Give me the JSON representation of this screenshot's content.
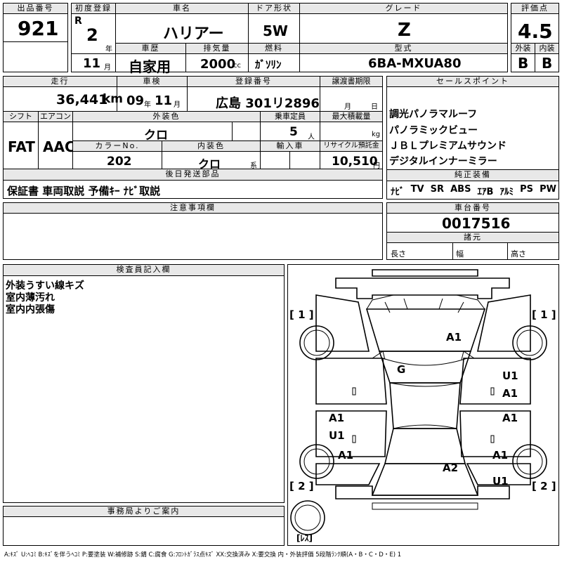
{
  "header": {
    "lot_label": "出品番号",
    "lot_no": "921",
    "first_reg_label": "初度登録",
    "era": "R",
    "year": "2",
    "year_unit": "年",
    "month": "11",
    "month_unit": "月",
    "car_name_label": "車名",
    "car_name": "ハリアー",
    "door_label": "ドア形状",
    "door": "5W",
    "grade_label": "グレード",
    "grade": "Z",
    "score_label": "評価点",
    "score": "4.5",
    "history_label": "車歴",
    "history": "自家用",
    "displacement_label": "排気量",
    "displacement": "2000",
    "displacement_unit": "cc",
    "fuel_label": "燃料",
    "fuel": "ｶﾞｿﾘﾝ",
    "model_label": "型式",
    "model": "6BA-MXUA80",
    "ext_label": "外装",
    "ext": "B",
    "int_label": "内装",
    "int": "B"
  },
  "info": {
    "mileage_label": "走行",
    "mileage": "36,441",
    "mileage_unit": "km",
    "inspection_label": "車検",
    "insp_year": "09",
    "insp_year_unit": "年",
    "insp_month": "11",
    "insp_month_unit": "月",
    "plate_label": "登録番号",
    "plate": "広島 301リ2896",
    "transfer_label": "譲渡書期限",
    "transfer_month": "月",
    "transfer_day": "日",
    "shift_label": "シフト",
    "shift": "FAT",
    "ac_label": "エアコン",
    "ac": "AAC",
    "color_label": "外装色",
    "color": "クロ",
    "capacity_label": "乗車定員",
    "capacity": "5",
    "capacity_unit": "人",
    "load_label": "最大積載量",
    "load_unit": "kg",
    "color_no_label": "カラーNo.",
    "color_no": "202",
    "interior_color_label": "内装色",
    "interior_color": "クロ",
    "interior_color_unit": "系",
    "import_label": "輸入車",
    "recycle_label": "リサイクル預託金",
    "recycle": "10,510",
    "recycle_unit": "円"
  },
  "later_parts": {
    "label": "後日発送部品",
    "value": "保証書 車両取説 予備ｷｰ ﾅﾋﾞ取説"
  },
  "sales_points": {
    "label": "セールスポイント",
    "items": [
      "調光パノラマルーフ",
      "パノラミックビュー",
      "ＪＢＬプレミアムサウンド",
      "デジタルインナーミラー"
    ]
  },
  "equipment": {
    "label": "純正装備",
    "items": [
      "ﾅﾋﾞ",
      "TV",
      "SR",
      "ABS",
      "ｴｱB",
      "ｱﾙﾐ",
      "PS",
      "PW"
    ]
  },
  "notes": {
    "label": "注意事項欄"
  },
  "chassis": {
    "label": "車台番号",
    "value": "0017516",
    "spec_label": "諸元",
    "length_label": "長さ",
    "width_label": "幅",
    "height_label": "高さ"
  },
  "inspector": {
    "label": "検査員記入欄",
    "lines": [
      "外装うすい線キズ",
      "室内薄汚れ",
      "室内内張傷"
    ]
  },
  "office": {
    "label": "事務局よりご案内"
  },
  "diagram": {
    "tire_marks": {
      "fl": "[ 1 ]",
      "fr": "[ 1 ]",
      "rl": "[ 2 ]",
      "rr": "[ 2 ]",
      "spare": "[ﾚｽ]"
    },
    "damage": {
      "hood": "A1",
      "windshield": "G",
      "right_front_fender_1": "U1",
      "right_front_fender_2": "A1",
      "left_front_door_1": "A1",
      "left_front_door_2": "U1",
      "right_rear_door": "A1",
      "left_rear_quarter": "A1",
      "right_rear_quarter": "A1",
      "back_door": "A2",
      "rear_bumper_right": "U1"
    }
  },
  "legend": "A:ｷｽﾞ U:ﾍｺﾐ B:ｷｽﾞを伴うﾍｺﾐ P:要塗装 W:補修跡 S:錆 C:腐食 G:ﾌﾛﾝﾄｶﾞﾗｽ点ｷｽﾞ XX:交換済み X:要交換 内・外装評価 5段階ﾗﾝｸ順(A・B・C・D・E) 1"
}
